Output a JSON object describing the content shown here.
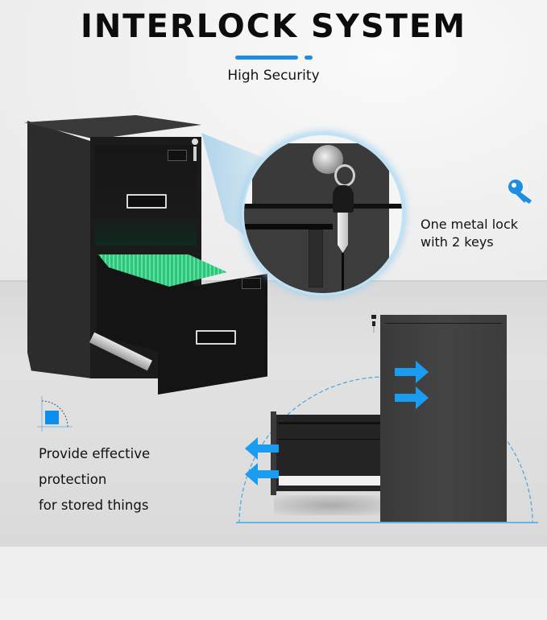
{
  "header": {
    "title": "INTERLOCK SYSTEM",
    "subtitle": "High Security"
  },
  "features": [
    {
      "icon": "key-icon",
      "lines": [
        "One metal lock",
        "with 2 keys"
      ]
    },
    {
      "icon": "protection-square-icon",
      "lines": [
        "Provide effective",
        "protection",
        "for stored things"
      ]
    }
  ],
  "colors": {
    "accent": "#1e8fe0",
    "title_text": "#0c0c0c",
    "cabinet": "#1b1b1b",
    "folders": "#3bd18a"
  },
  "illustrations": {
    "main_cabinet": "2-drawer black filing cabinet, bottom drawer open with green hanging folders",
    "zoom_detail": "close-up of lock with keys on ring",
    "side_view": "interlock demonstration: one drawer open, other drawers locked (blue arrows)"
  }
}
